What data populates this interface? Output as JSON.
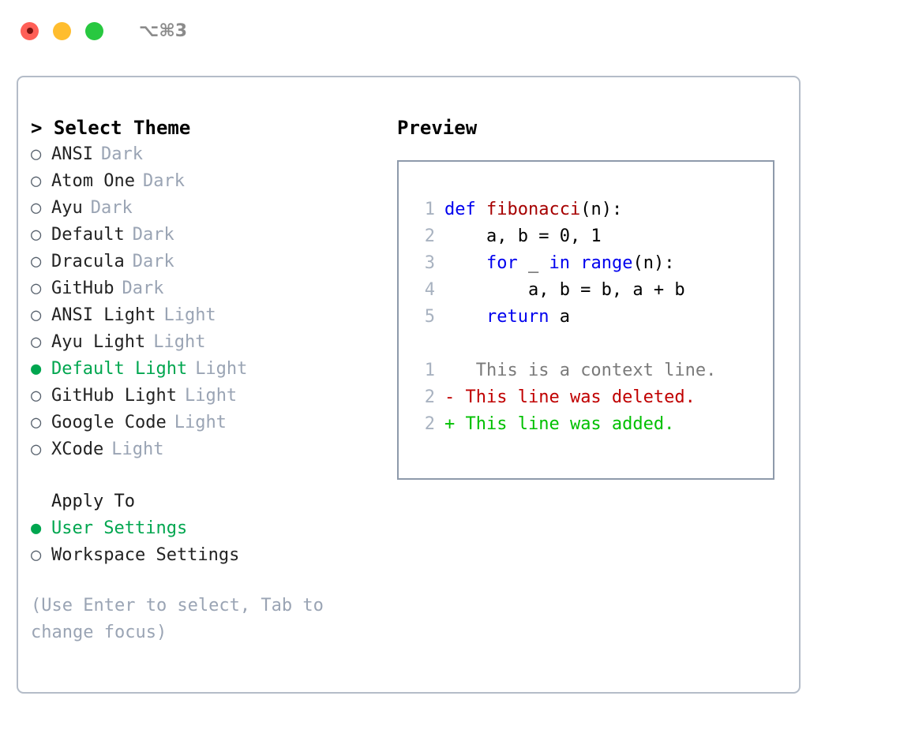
{
  "titlebar": {
    "shortcut": "⌥⌘3",
    "lights": [
      "close",
      "minimize",
      "maximize"
    ]
  },
  "theme_picker": {
    "heading": "> Select Theme",
    "marker_off": "○",
    "marker_on": "●",
    "items": [
      {
        "label": "ANSI",
        "variant": "Dark",
        "selected": false
      },
      {
        "label": "Atom One",
        "variant": "Dark",
        "selected": false
      },
      {
        "label": "Ayu",
        "variant": "Dark",
        "selected": false
      },
      {
        "label": "Default",
        "variant": "Dark",
        "selected": false
      },
      {
        "label": "Dracula",
        "variant": "Dark",
        "selected": false
      },
      {
        "label": "GitHub",
        "variant": "Dark",
        "selected": false
      },
      {
        "label": "ANSI Light",
        "variant": "Light",
        "selected": false
      },
      {
        "label": "Ayu Light",
        "variant": "Light",
        "selected": false
      },
      {
        "label": "Default Light",
        "variant": "Light",
        "selected": true
      },
      {
        "label": "GitHub Light",
        "variant": "Light",
        "selected": false
      },
      {
        "label": "Google Code",
        "variant": "Light",
        "selected": false
      },
      {
        "label": "XCode",
        "variant": "Light",
        "selected": false
      }
    ]
  },
  "apply_to": {
    "heading": "Apply To",
    "items": [
      {
        "label": "User Settings",
        "selected": true
      },
      {
        "label": "Workspace Settings",
        "selected": false
      }
    ]
  },
  "hint": "(Use Enter to select, Tab to change focus)",
  "preview": {
    "title": "Preview",
    "code_lines": [
      {
        "lineno": "1",
        "segments": [
          {
            "text": "def ",
            "style": "kw"
          },
          {
            "text": "fibonacci",
            "style": "fn"
          },
          {
            "text": "(n):",
            "style": "plain"
          }
        ]
      },
      {
        "lineno": "2",
        "segments": [
          {
            "text": "    a, b = 0, 1",
            "style": "plain"
          }
        ]
      },
      {
        "lineno": "3",
        "segments": [
          {
            "text": "    ",
            "style": "plain"
          },
          {
            "text": "for",
            "style": "kw"
          },
          {
            "text": " _ ",
            "style": "plain"
          },
          {
            "text": "in range",
            "style": "kw"
          },
          {
            "text": "(n):",
            "style": "plain"
          }
        ]
      },
      {
        "lineno": "4",
        "segments": [
          {
            "text": "        a, b = b, a + b",
            "style": "plain"
          }
        ]
      },
      {
        "lineno": "5",
        "segments": [
          {
            "text": "    ",
            "style": "plain"
          },
          {
            "text": "return",
            "style": "kw"
          },
          {
            "text": " a",
            "style": "plain"
          }
        ]
      }
    ],
    "diff_lines": [
      {
        "lineno": "1",
        "sign": " ",
        "text": "  This is a context line.",
        "kind": "context"
      },
      {
        "lineno": "2",
        "sign": "-",
        "text": " This line was deleted.",
        "kind": "deleted"
      },
      {
        "lineno": "2",
        "sign": "+",
        "text": " This line was added.",
        "kind": "added"
      }
    ]
  },
  "colors": {
    "accent_green": "#00a64f",
    "diff_added": "#00c000",
    "diff_deleted": "#c00000",
    "keyword": "#0000ee",
    "function": "#a60000",
    "muted": "#9aa4b4",
    "light_close": "#ff5f57",
    "light_minimize": "#ffbd2e",
    "light_maximize": "#28c840"
  }
}
